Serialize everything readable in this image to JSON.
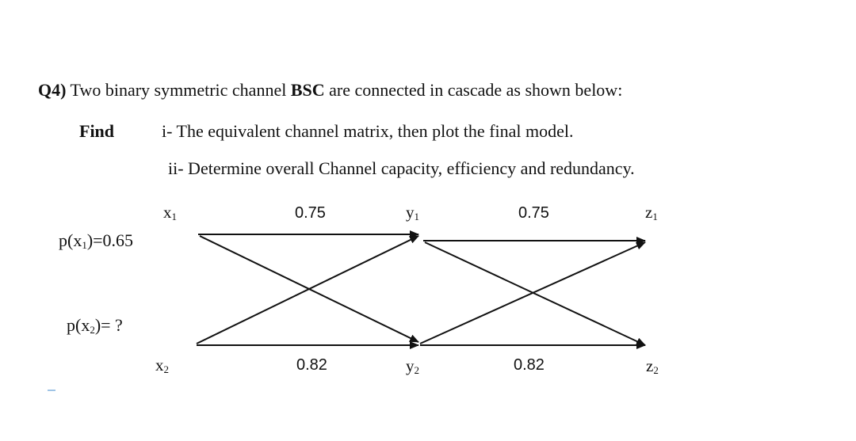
{
  "question": {
    "number": "Q4)",
    "text_before": " Two binary symmetric channel ",
    "bold_term": "BSC",
    "text_after": " are connected in cascade as shown below:"
  },
  "find": {
    "label": "Find",
    "items": [
      "i- The equivalent channel matrix, then plot the final model.",
      "ii- Determine overall Channel capacity, efficiency and redundancy."
    ]
  },
  "diagram": {
    "inputs": {
      "x1": {
        "base": "x",
        "sub": "1"
      },
      "x2": {
        "base": "x",
        "sub": "2"
      }
    },
    "middle": {
      "y1": {
        "base": "y",
        "sub": "1"
      },
      "y2": {
        "base": "y",
        "sub": "2"
      }
    },
    "outputs": {
      "z1": {
        "base": "z",
        "sub": "1"
      },
      "z2": {
        "base": "z",
        "sub": "2"
      }
    },
    "priors": {
      "p1": {
        "prefix": "p(x",
        "sub": "1",
        "suffix": ")=0.65"
      },
      "p2": {
        "prefix": "p(x",
        "sub": "2",
        "suffix": ")= ?"
      }
    },
    "probabilities": {
      "channel1_top": "0.75",
      "channel1_bottom": "0.82",
      "channel2_top": "0.75",
      "channel2_bottom": "0.82"
    },
    "line_color": "#111111"
  }
}
